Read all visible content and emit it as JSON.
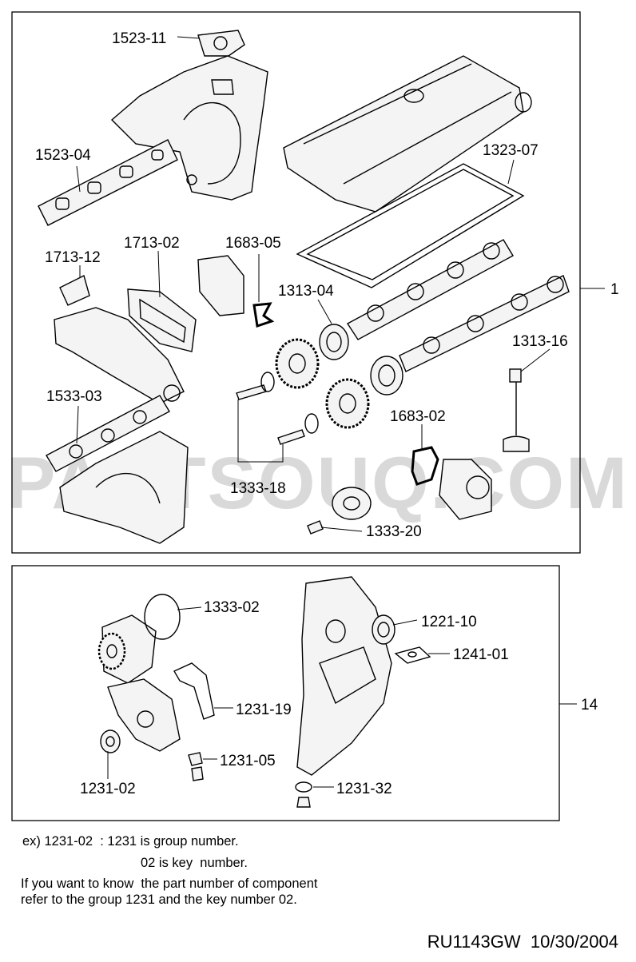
{
  "upper_group": {
    "group_label": "1",
    "callouts": [
      "1523-11",
      "1523-04",
      "1323-07",
      "1713-12",
      "1713-02",
      "1683-05",
      "1313-04",
      "1313-16",
      "1533-03",
      "1683-02",
      "1333-18",
      "1333-20"
    ]
  },
  "lower_group": {
    "group_label": "14",
    "callouts": [
      "1333-02",
      "1221-10",
      "1241-01",
      "1231-19",
      "1231-05",
      "1231-02",
      "1231-32"
    ]
  },
  "watermark": "PARTSOUQ.COM",
  "notes": {
    "line1": "ex) 1231-02  : 1231 is group number.",
    "line2": "02 is key  number.",
    "line3": "If you want to know  the part number of component",
    "line4": "refer to the group 1231 and the key number 02."
  },
  "footer": {
    "code": "RU1143GW",
    "date": "10/30/2004"
  }
}
